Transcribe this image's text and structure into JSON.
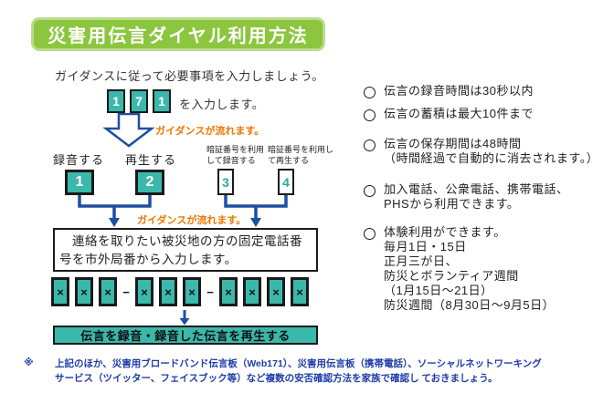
{
  "title": "災害用伝言ダイヤル利用方法",
  "subtitle": "ガイダンスに従って必要事項を入力しましょう。",
  "dial": {
    "digits": [
      "1",
      "7",
      "1"
    ],
    "suffix": "を入力します。",
    "guidance_first": "ガイダンスが流れます。",
    "guidance_second": "ガイダンスが流れます。"
  },
  "options": [
    {
      "label": "録音する",
      "number": "1"
    },
    {
      "label": "再生する",
      "number": "2"
    },
    {
      "label": "暗証番号を利用\nして録音する",
      "number": "3"
    },
    {
      "label": "暗証番号を利用し\nて再生する",
      "number": "4"
    }
  ],
  "instruction_box": "　連絡を取りたい被災地の方の固定電話番\n号を市外局番から入力します。",
  "phone_entry": {
    "digit_symbol": "×",
    "separator": "−"
  },
  "result_bar": "伝言を録音・録音した伝言を再生する",
  "notes": {
    "marker": "○",
    "items": [
      "伝言の録音時間は30秒以内",
      "伝言の蓄積は最大10件まで",
      "伝言の保存期間は48時間\n（時間経過で自動的に消去されます。）",
      "加入電話、公衆電話、携帯電話、\nPHSから利用できます。",
      "体験利用ができます。\n毎月1日・15日\n正月三が日、\n防災とボランティア週間\n（1月15日～21日）\n防災週間（8月30日～9月5日）"
    ]
  },
  "footer": {
    "marker": "※",
    "text": "上記のほか、災害用ブロードバンド伝言板（Web171）、災害用伝言板（携帯電話）、ソーシャルネットワーキング\nサービス（ツイッター、フェイスブック等）など複数の安否確認方法を家族で確認し ておきましょう。"
  },
  "colors": {
    "title_green": "#8cc63f",
    "title_border": "#b9dc8b",
    "teal": "#3bb8ac",
    "arrow_blue": "#1d4fa0",
    "guidance_orange": "#ed7700",
    "footer_blue": "#1e3ca8"
  }
}
